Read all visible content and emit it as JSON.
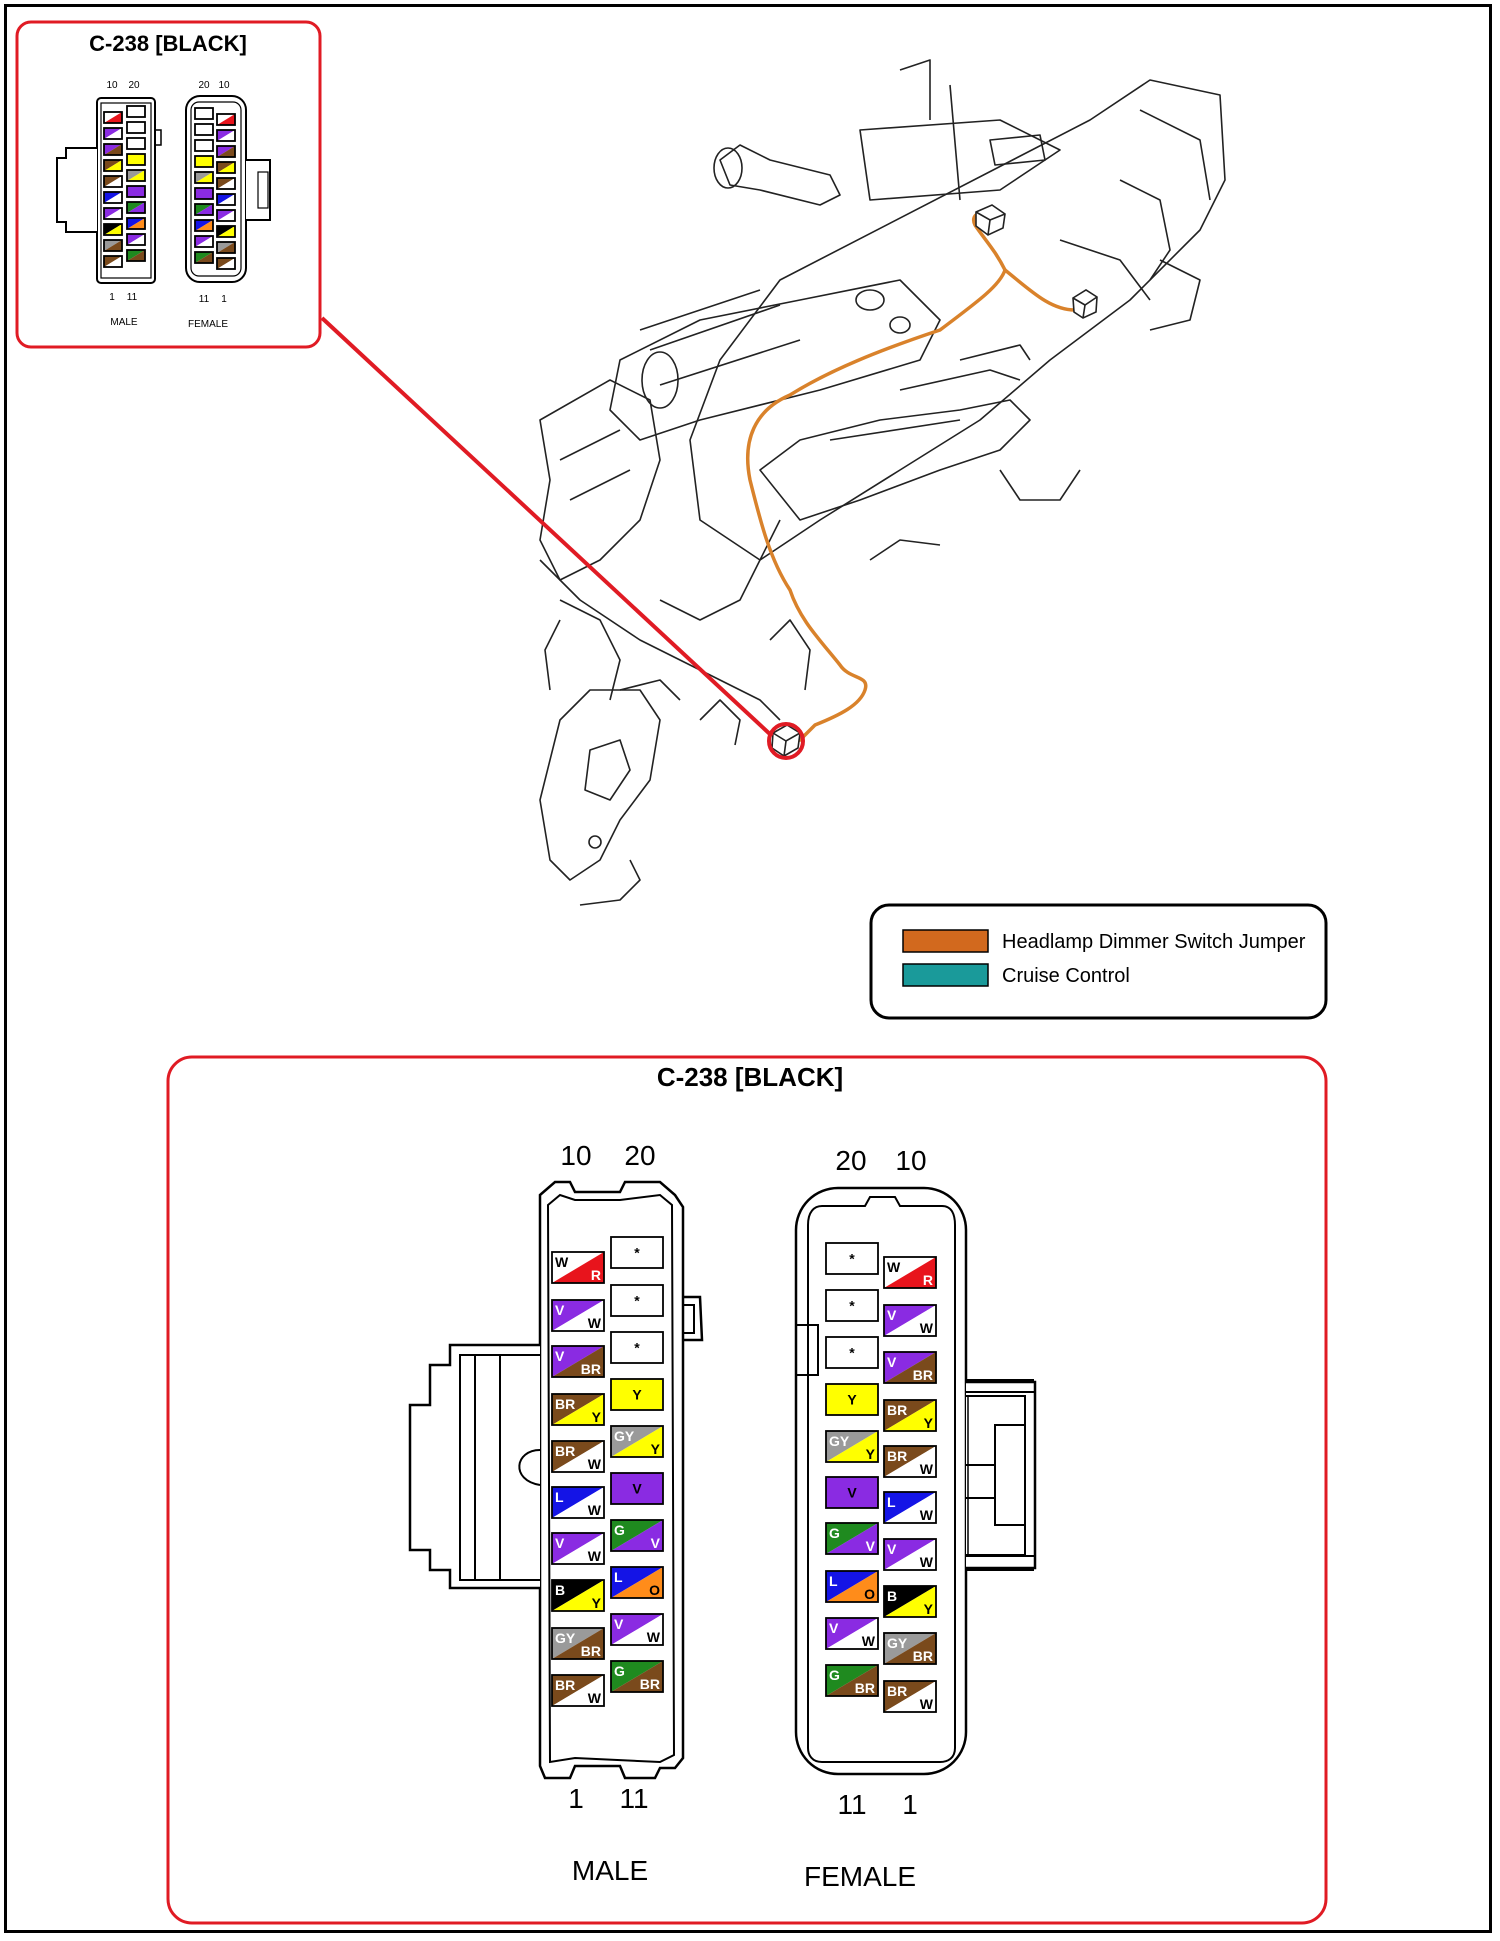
{
  "connector": {
    "title": "C-238 [BLACK]",
    "male_label": "MALE",
    "female_label": "FEMALE",
    "male_top": [
      "10",
      "20"
    ],
    "male_bottom": [
      "1",
      "11"
    ],
    "female_top": [
      "20",
      "10"
    ],
    "female_bottom": [
      "11",
      "1"
    ]
  },
  "pins_left": [
    {
      "a": "W",
      "b": "R"
    },
    {
      "a": "V",
      "b": "W"
    },
    {
      "a": "V",
      "b": "BR"
    },
    {
      "a": "BR",
      "b": "Y"
    },
    {
      "a": "BR",
      "b": "W"
    },
    {
      "a": "L",
      "b": "W"
    },
    {
      "a": "V",
      "b": "W"
    },
    {
      "a": "B",
      "b": "Y"
    },
    {
      "a": "GY",
      "b": "BR"
    },
    {
      "a": "BR",
      "b": "W"
    }
  ],
  "pins_right": [
    {
      "a": "*",
      "b": ""
    },
    {
      "a": "*",
      "b": ""
    },
    {
      "a": "*",
      "b": ""
    },
    {
      "a": "Y",
      "b": ""
    },
    {
      "a": "GY",
      "b": "Y"
    },
    {
      "a": "V",
      "b": ""
    },
    {
      "a": "G",
      "b": "V"
    },
    {
      "a": "L",
      "b": "O"
    },
    {
      "a": "V",
      "b": "W"
    },
    {
      "a": "G",
      "b": "BR"
    }
  ],
  "wire_colors": {
    "W": "#ffffff",
    "R": "#e8141c",
    "V": "#8a2be2",
    "BR": "#7a4a1c",
    "Y": "#ffff00",
    "L": "#1414e6",
    "B": "#000000",
    "GY": "#9a9a9a",
    "G": "#1f8a1f",
    "O": "#ff8c1a",
    "*": "#ffffff"
  },
  "legend": {
    "items": [
      {
        "label": "Headlamp Dimmer Switch Jumper",
        "color": "#d2691e"
      },
      {
        "label": "Cruise Control",
        "color": "#1a9a9a"
      }
    ]
  },
  "colors": {
    "callout_red": "#e01b24",
    "harness_orange": "#d9822b"
  }
}
